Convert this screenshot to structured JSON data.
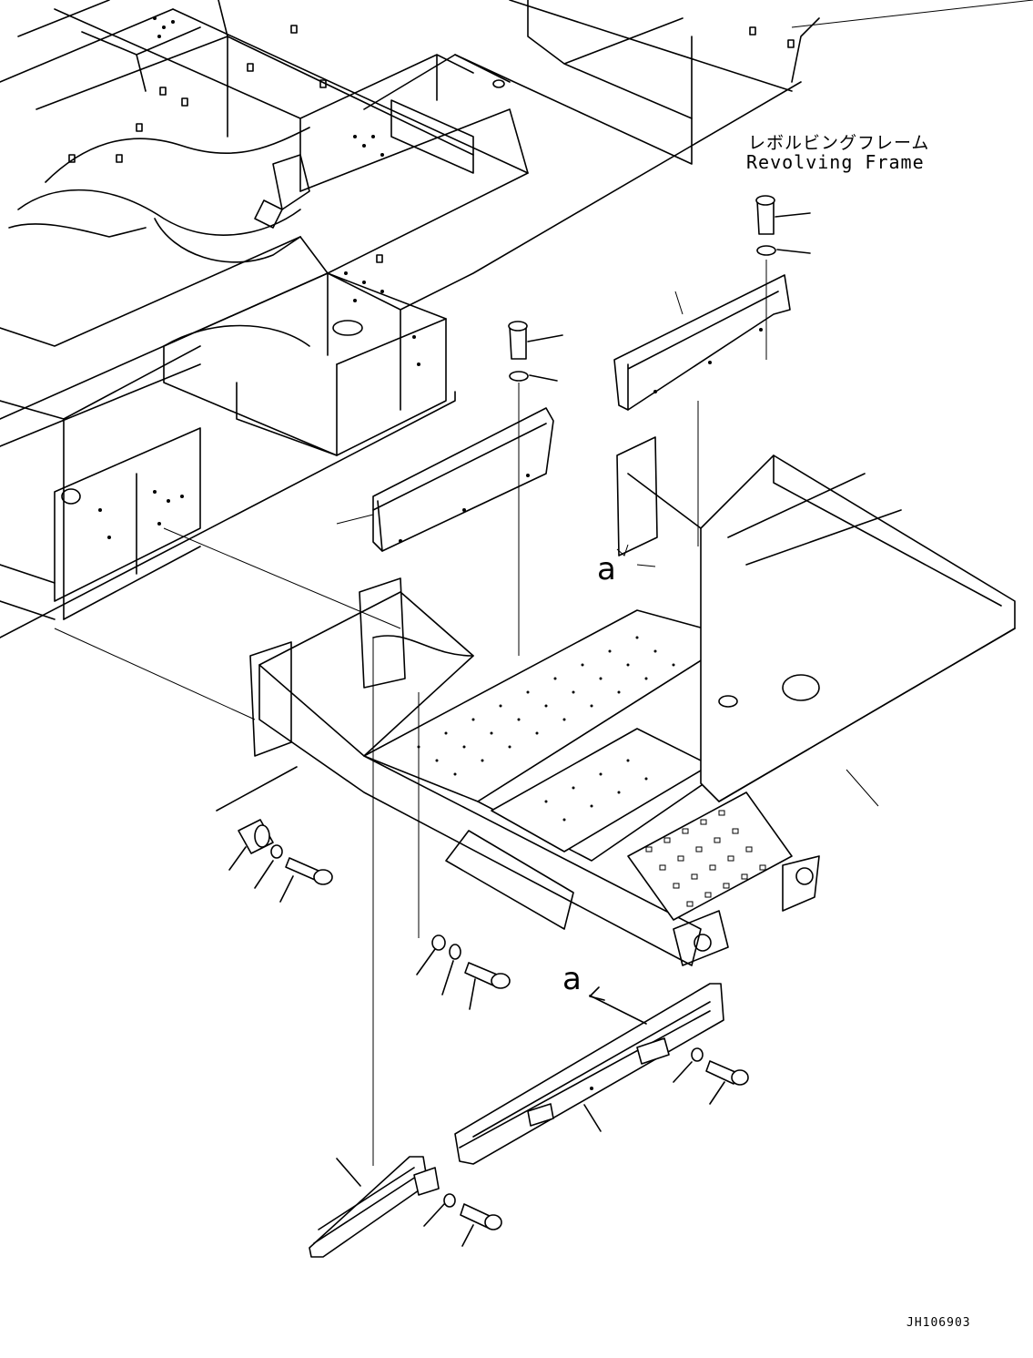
{
  "labels": {
    "part_name_jp": "レボルビングフレーム",
    "part_name_en": "Revolving Frame",
    "view_marker_1": "a",
    "view_marker_2": "a",
    "drawing_number": "JH106903"
  },
  "colors": {
    "line": "#000000",
    "background": "#ffffff"
  }
}
